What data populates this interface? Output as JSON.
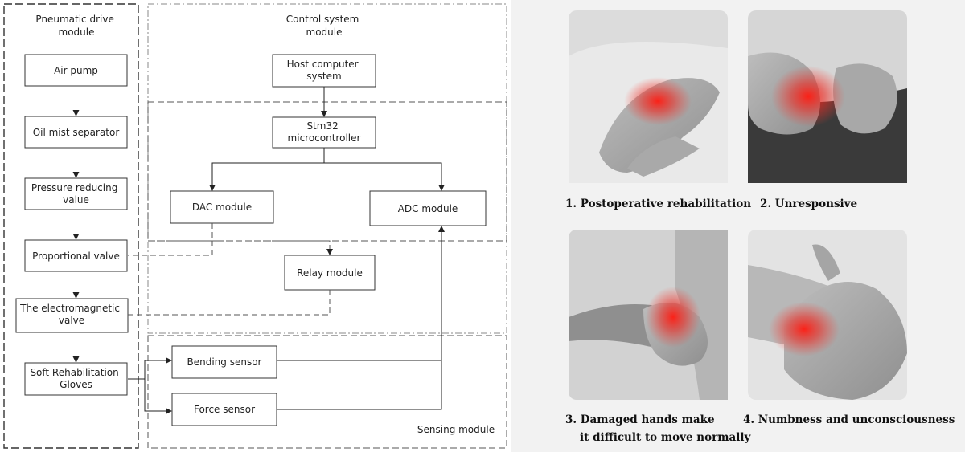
{
  "diagram": {
    "modules": {
      "pneumatic": "Pneumatic drive module",
      "control": "Control system module",
      "sensing": "Sensing module"
    },
    "nodes": {
      "air_pump": "Air pump",
      "oil_mist": "Oil mist separator",
      "pressure_reducing": "Pressure reducing value",
      "proportional_valve": "Proportional valve",
      "electromagnetic_valve": "The electromagnetic valve",
      "soft_gloves": "Soft Rehabilitation Gloves",
      "host_computer": "Host computer system",
      "stm32": "Stm32 microcontroller",
      "dac": "DAC  module",
      "adc": "ADC module",
      "relay": "Relay module",
      "bending_sensor": "Bending sensor",
      "force_sensor": "Force sensor"
    }
  },
  "photos": [
    {
      "caption": "1. Postoperative rehabilitation",
      "highlight": "#e0201c"
    },
    {
      "caption": "2. Unresponsive",
      "highlight": "#e0201c"
    },
    {
      "caption_line1": "3. Damaged hands make",
      "caption_line2": "it difficult to move normally",
      "highlight": "#e0201c"
    },
    {
      "caption": "4. Numbness and unconsciousness",
      "highlight": "#e0201c"
    }
  ],
  "colors": {
    "panel_background": "#f2f2f2",
    "photo_background": "#d9d9d9",
    "highlight": "#e0201c"
  }
}
